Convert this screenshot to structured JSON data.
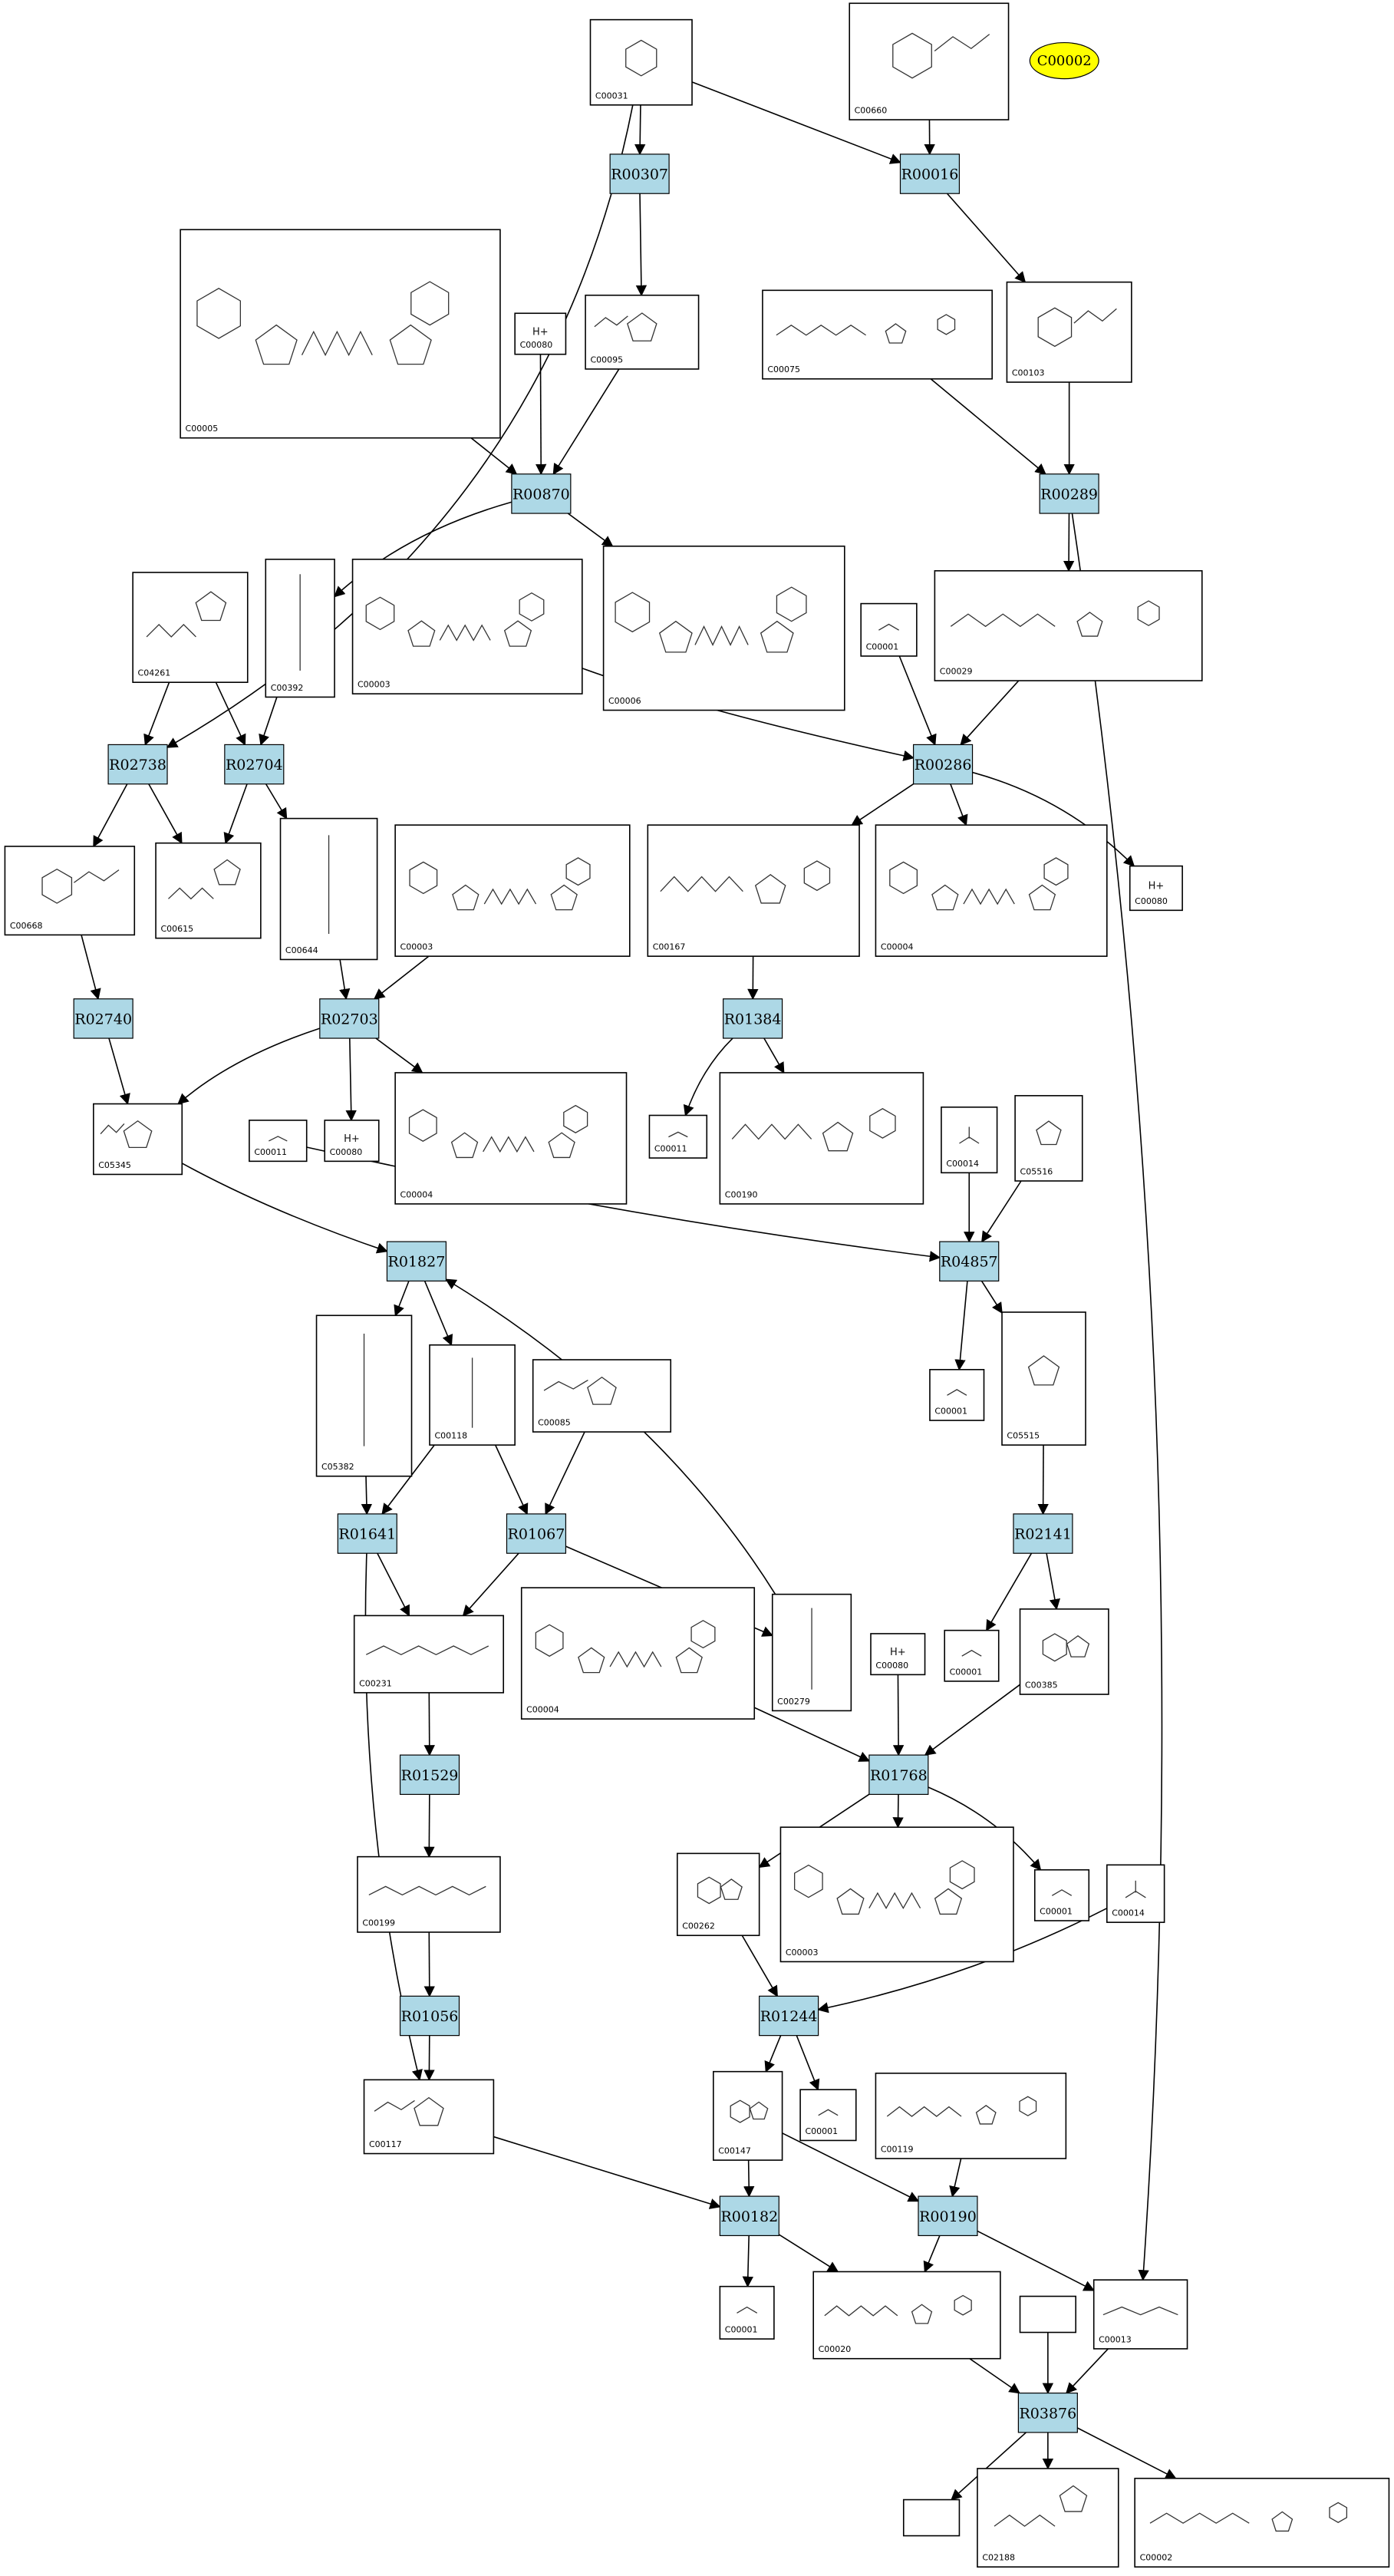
{
  "highlight": {
    "label": "C00002",
    "color": "#ffff00"
  },
  "colors": {
    "reaction_fill": "#add8e6",
    "compound_fill": "#ffffff"
  },
  "reactions": [
    "R00307",
    "R00016",
    "R00870",
    "R00289",
    "R02738",
    "R02704",
    "R00286",
    "R02740",
    "R02703",
    "R01384",
    "R01827",
    "R04857",
    "R01641",
    "R01067",
    "R02141",
    "R01529",
    "R01768",
    "R01056",
    "R01244",
    "R00182",
    "R00190",
    "R03876"
  ],
  "compounds": [
    "C00031",
    "C00660",
    "C00005",
    "C00080",
    "C00095",
    "C00075",
    "C00103",
    "C04261",
    "C00392",
    "C00003",
    "C00006",
    "C00001",
    "C00029",
    "C00668",
    "C00615",
    "C00644",
    "C00167",
    "C00004",
    "C05345",
    "C00011",
    "C00190",
    "C00014",
    "C05516",
    "C05382",
    "C00118",
    "C00085",
    "C05515",
    "C00231",
    "C00279",
    "C00385",
    "C00199",
    "C00262",
    "C00117",
    "C00147",
    "C00119",
    "C00020",
    "C00013",
    "C02188",
    "C00002"
  ]
}
